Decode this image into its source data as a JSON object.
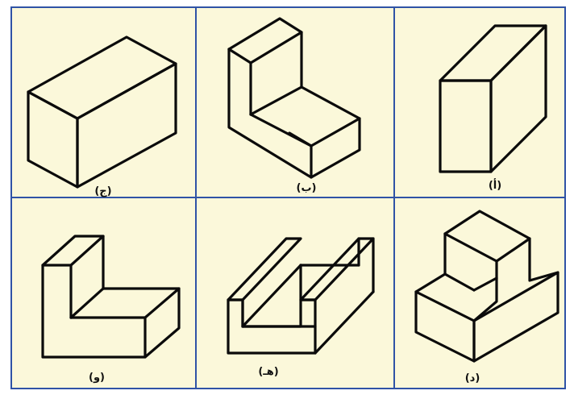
{
  "colors": {
    "panel_fill": "#fbf8da",
    "grid_line": "#2f53a6",
    "edge": "#0b0b0b"
  },
  "panels": [
    {
      "label": "(ج)",
      "shape": "rectangular block"
    },
    {
      "label": "(ب)",
      "shape": "L-shaped block"
    },
    {
      "label": "(أ)",
      "shape": "upright box"
    },
    {
      "label": "(و)",
      "shape": "L-shaped block"
    },
    {
      "label": "(هـ)",
      "shape": "U-channel"
    },
    {
      "label": "(د)",
      "shape": "stepped block"
    }
  ]
}
